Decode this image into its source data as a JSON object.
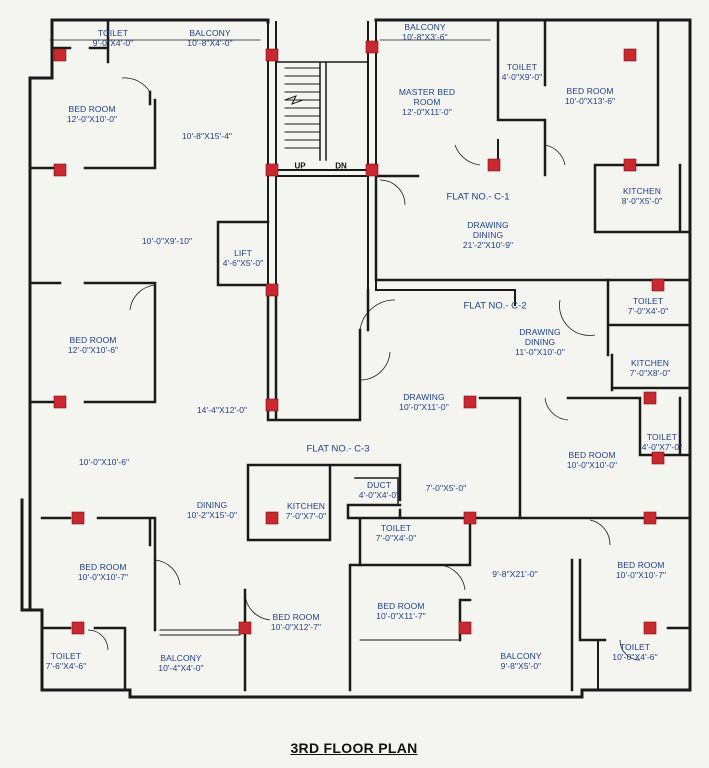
{
  "title": "3RD FLOOR PLAN",
  "flats": [
    "FLAT NO.- C-1",
    "FLAT NO.- C-2",
    "FLAT NO.- C-3"
  ],
  "stair": {
    "up": "UP",
    "down": "DN"
  },
  "rooms": [
    {
      "name": "TOILET",
      "size": "9'-0\"X4'-0\""
    },
    {
      "name": "BALCONY",
      "size": "10'-8\"X4'-0\""
    },
    {
      "name": "BED ROOM",
      "size": "12'-0\"X10'-0\""
    },
    {
      "name": "",
      "size": "10'-8\"X15'-4\""
    },
    {
      "name": "",
      "size": "10'-0\"X9'-10\""
    },
    {
      "name": "LIFT",
      "size": "4'-6\"X5'-0\""
    },
    {
      "name": "BED ROOM",
      "size": "12'-0\"X10'-6\""
    },
    {
      "name": "",
      "size": "14'-4\"X12'-0\""
    },
    {
      "name": "",
      "size": "10'-0\"X10'-6\""
    },
    {
      "name": "DINING",
      "size": "10'-2\"X15'-0\""
    },
    {
      "name": "KITCHEN",
      "size": "7'-0\"X7'-0\""
    },
    {
      "name": "DUCT",
      "size": "4'-0\"X4'-0\""
    },
    {
      "name": "",
      "size": "7'-0\"X5'-0\""
    },
    {
      "name": "TOILET",
      "size": "7'-0\"X4'-0\""
    },
    {
      "name": "BED ROOM",
      "size": "10'-0\"X10'-7\""
    },
    {
      "name": "BED ROOM",
      "size": "10'-0\"X12'-7\""
    },
    {
      "name": "BED ROOM",
      "size": "10'-0\"X11'-7\""
    },
    {
      "name": "",
      "size": "9'-8\"X21'-0\""
    },
    {
      "name": "BED ROOM",
      "size": "10'-0\"X10'-7\""
    },
    {
      "name": "TOILET",
      "size": "7'-6\"X4'-6\""
    },
    {
      "name": "BALCONY",
      "size": "10'-4\"X4'-0\""
    },
    {
      "name": "BALCONY",
      "size": "9'-8\"X5'-0\""
    },
    {
      "name": "TOILET",
      "size": "10'-0\"X4'-6\""
    },
    {
      "name": "BALCONY",
      "size": "10'-8\"X3'-6\""
    },
    {
      "name": "MASTER BED ROOM",
      "size": "12'-0\"X11'-0\""
    },
    {
      "name": "TOILET",
      "size": "4'-0\"X9'-0\""
    },
    {
      "name": "BED ROOM",
      "size": "10'-0\"X13'-6\""
    },
    {
      "name": "KITCHEN",
      "size": "8'-0\"X5'-0\""
    },
    {
      "name": "DRAWING DINING",
      "size": "21'-2\"X10'-9\""
    },
    {
      "name": "TOILET",
      "size": "7'-0\"X4'-0\""
    },
    {
      "name": "DRAWING DINING",
      "size": "11'-0\"X10'-0\""
    },
    {
      "name": "KITCHEN",
      "size": "7'-0\"X8'-0\""
    },
    {
      "name": "DRAWING",
      "size": "10'-0\"X11'-0\""
    },
    {
      "name": "BED ROOM",
      "size": "10'-0\"X10'-0\""
    },
    {
      "name": "TOILET",
      "size": "4'-0\"X7'-0\""
    }
  ],
  "colors": {
    "wall": "#1a1a1a",
    "column": "#c8282e",
    "label": "#1f3f8f",
    "paper": "#f4f4f1"
  }
}
